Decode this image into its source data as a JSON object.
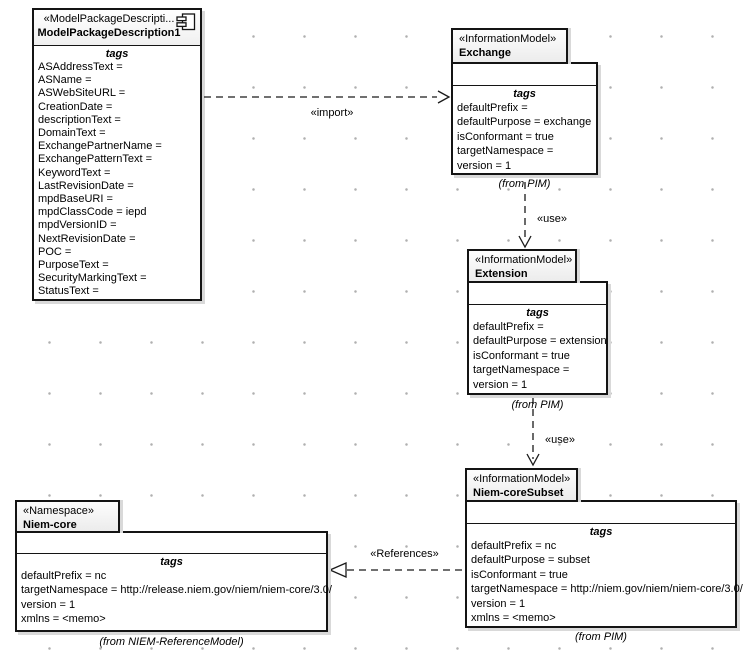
{
  "colors": {
    "border": "#141414",
    "shadow": "#d9d9d9",
    "background": "#ffffff",
    "grid_dot": "#b0b0b0"
  },
  "nodes": {
    "mpd": {
      "icon": "component-icon",
      "stereotype": "«ModelPackageDescripti...",
      "name": "ModelPackageDescription1",
      "tags_label": "tags",
      "tags": [
        "ASAddressText =",
        "ASName =",
        "ASWebSiteURL =",
        "CreationDate =",
        "descriptionText =",
        "DomainText =",
        "ExchangePartnerName =",
        "ExchangePatternText =",
        "KeywordText =",
        "LastRevisionDate =",
        "mpdBaseURI =",
        "mpdClassCode = iepd",
        "mpdVersionID =",
        "NextRevisionDate =",
        "POC =",
        "PurposeText =",
        "SecurityMarkingText =",
        "StatusText ="
      ]
    },
    "exchange": {
      "stereotype": "«InformationModel»",
      "name": "Exchange",
      "tags_label": "tags",
      "tags": [
        "defaultPrefix =",
        "defaultPurpose = exchange",
        "isConformant = true",
        "targetNamespace =",
        "version = 1"
      ],
      "from": "(from PIM)"
    },
    "extension": {
      "stereotype": "«InformationModel»",
      "name": "Extension",
      "tags_label": "tags",
      "tags": [
        "defaultPrefix =",
        "defaultPurpose = extension",
        "isConformant = true",
        "targetNamespace =",
        "version = 1"
      ],
      "from": "(from PIM)"
    },
    "subset": {
      "stereotype": "«InformationModel»",
      "name": "Niem-coreSubset",
      "tags_label": "tags",
      "tags": [
        "defaultPrefix = nc",
        "defaultPurpose = subset",
        "isConformant = true",
        "targetNamespace = http://niem.gov/niem/niem-core/3.0/",
        "version = 1",
        "xmlns = <memo>"
      ],
      "from": "(from PIM)"
    },
    "niemcore": {
      "stereotype": "«Namespace»",
      "name": "Niem-core",
      "tags_label": "tags",
      "tags": [
        "defaultPrefix = nc",
        "targetNamespace = http://release.niem.gov/niem/niem-core/3.0/",
        "version = 1",
        "xmlns = <memo>"
      ],
      "from": "(from NIEM-ReferenceModel)"
    }
  },
  "connectors": {
    "import_label": "«import»",
    "use1_label": "«use»",
    "use2_label": "«use»",
    "references_label": "«References»"
  }
}
